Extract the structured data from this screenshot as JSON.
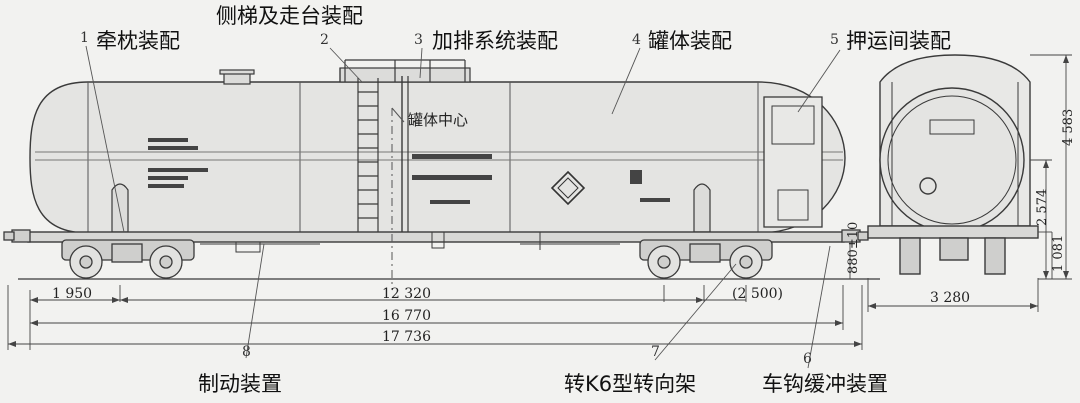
{
  "parts": [
    {
      "no": "1",
      "label": "牵枕装配"
    },
    {
      "no": "2",
      "label": "侧梯及走台装配"
    },
    {
      "no": "3",
      "label": "加排系统装配"
    },
    {
      "no": "4",
      "label": "罐体装配"
    },
    {
      "no": "5",
      "label": "押运间装配"
    },
    {
      "no": "6",
      "label": "车钩缓冲装置"
    },
    {
      "no": "7",
      "label": "转K6型转向架"
    },
    {
      "no": "8",
      "label": "制动装置"
    }
  ],
  "tank_center_label": "罐体中心",
  "dimensions": {
    "overhang": "1 950",
    "bogie_center": "12 320",
    "bogie_wheelbase": "(2 500)",
    "over_frame": "16 770",
    "over_couplers": "17 736",
    "end_width": "3 280",
    "height_total": "4 583",
    "height_tank_center": "2 574",
    "height_frame": "1 081",
    "coupler_height": "880±10"
  },
  "colors": {
    "line": "#3a3a3a",
    "tank_fill": "#e4e4e2",
    "background": "#f2f2f0"
  }
}
